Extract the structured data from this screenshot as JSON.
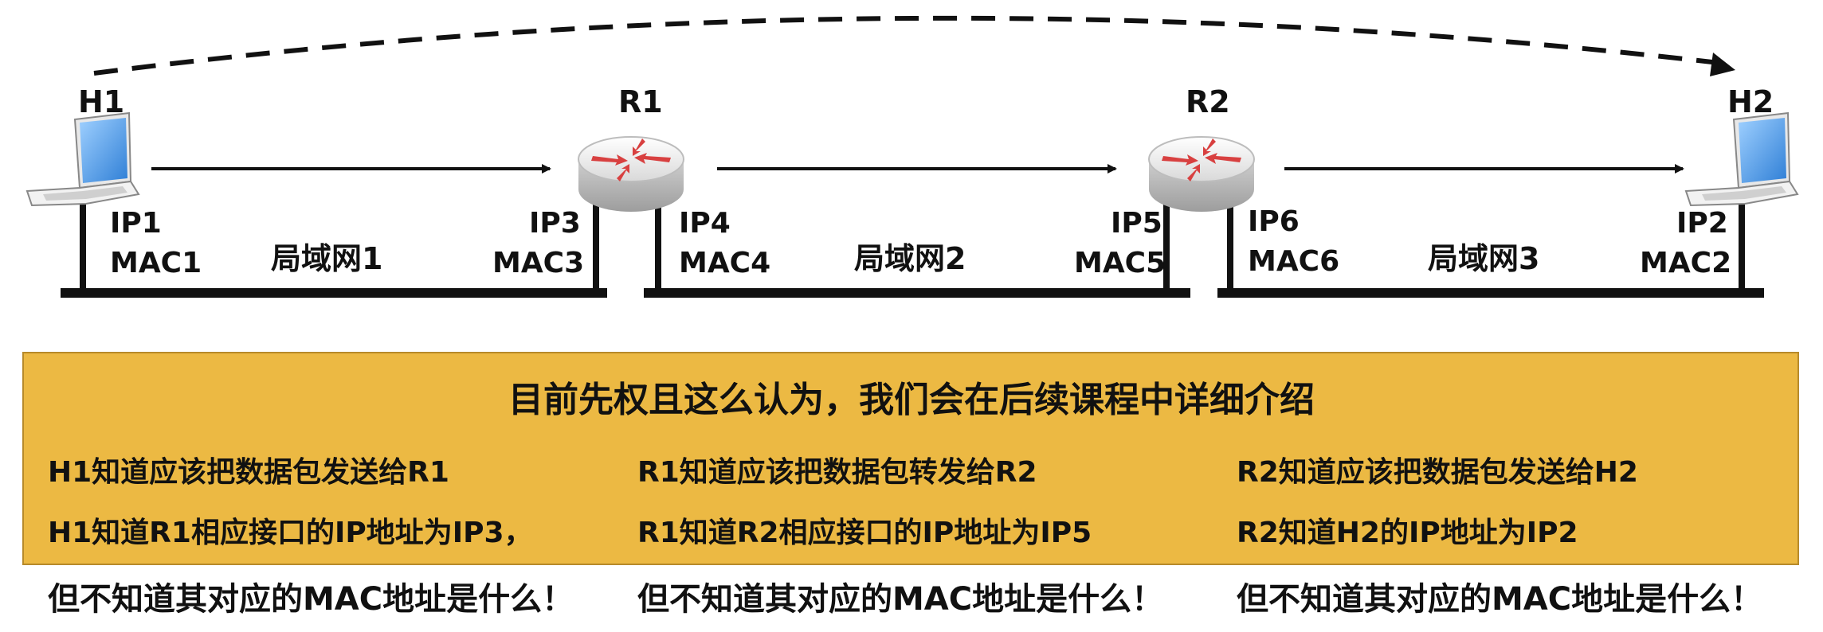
{
  "nodes": {
    "h1": "H1",
    "r1": "R1",
    "r2": "R2",
    "h2": "H2"
  },
  "labels": {
    "ip1": "IP1",
    "mac1": "MAC1",
    "ip3": "IP3",
    "mac3": "MAC3",
    "ip4": "IP4",
    "mac4": "MAC4",
    "ip5": "IP5",
    "mac5": "MAC5",
    "ip6": "IP6",
    "mac6": "MAC6",
    "ip2": "IP2",
    "mac2": "MAC2"
  },
  "lans": {
    "lan1": "局域网1",
    "lan2": "局域网2",
    "lan3": "局域网3"
  },
  "panel": {
    "title": "目前先权且这么认为，我们会在后续课程中详细介绍",
    "col1": {
      "line1": "H1知道应该把数据包发送给R1",
      "line2": "H1知道R1相应接口的IP地址为IP3，",
      "line3": "但不知道其对应的MAC地址是什么！"
    },
    "col2": {
      "line1": "R1知道应该把数据包转发给R2",
      "line2": "R1知道R2相应接口的IP地址为IP5",
      "line3": "但不知道其对应的MAC地址是什么！"
    },
    "col3": {
      "line1": "R2知道应该把数据包发送给H2",
      "line2": "R2知道H2的IP地址为IP2",
      "line3": "但不知道其对应的MAC地址是什么！"
    }
  },
  "colors": {
    "panel_bg": "#ECB943",
    "router_arrow": "#D84040",
    "laptop_screen": "#4A90D9"
  }
}
